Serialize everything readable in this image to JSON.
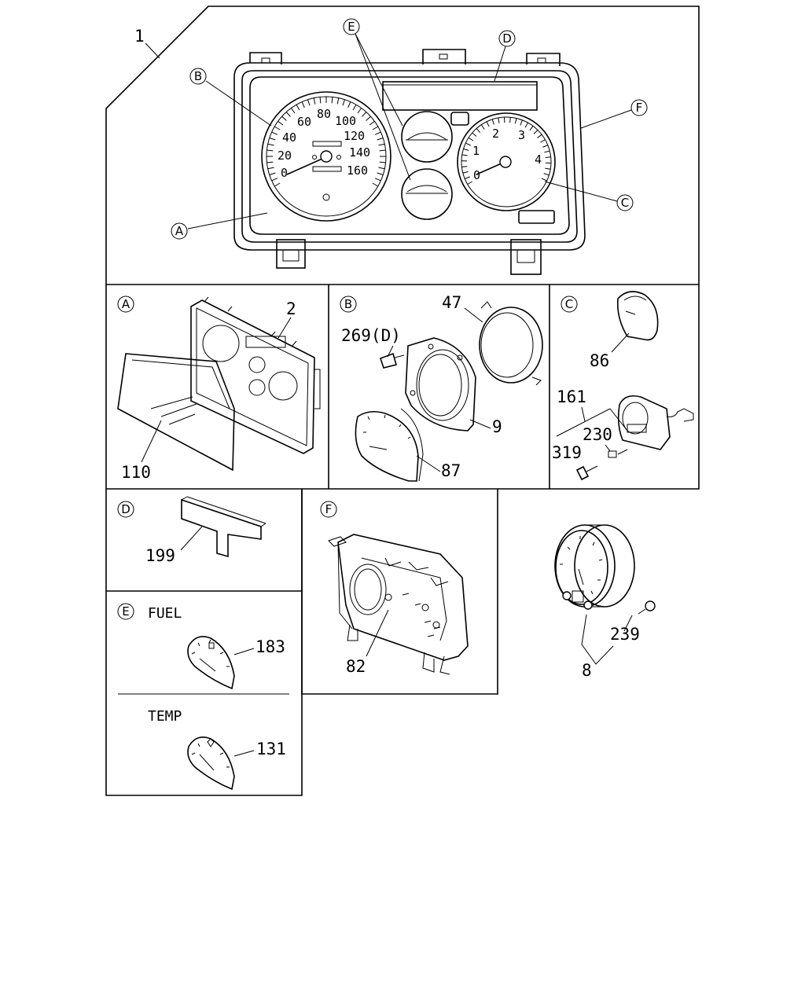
{
  "main_view": {
    "assembly_label": "1",
    "callouts": {
      "a": "A",
      "b": "B",
      "c": "C",
      "d": "D",
      "e": "E",
      "f": "F"
    },
    "speedometer_ticks": [
      "0",
      "20",
      "40",
      "60",
      "80",
      "100",
      "120",
      "140",
      "160"
    ],
    "tachometer_ticks": [
      "0",
      "1",
      "2",
      "3",
      "4"
    ]
  },
  "panels": {
    "a": {
      "letter": "A",
      "parts": [
        "2",
        "110"
      ]
    },
    "b": {
      "letter": "B",
      "parts": [
        "47",
        "269(D)",
        "9",
        "87"
      ]
    },
    "c": {
      "letter": "C",
      "parts": [
        "86",
        "161",
        "230",
        "319"
      ]
    },
    "d": {
      "letter": "D",
      "parts": [
        "199"
      ]
    },
    "e": {
      "letter": "E",
      "fuel_title": "FUEL",
      "fuel_part": "183",
      "temp_title": "TEMP",
      "temp_part": "131"
    },
    "f": {
      "letter": "F",
      "parts": [
        "82"
      ]
    }
  },
  "loose_parts": {
    "bulb": "239",
    "assembly": "8"
  }
}
